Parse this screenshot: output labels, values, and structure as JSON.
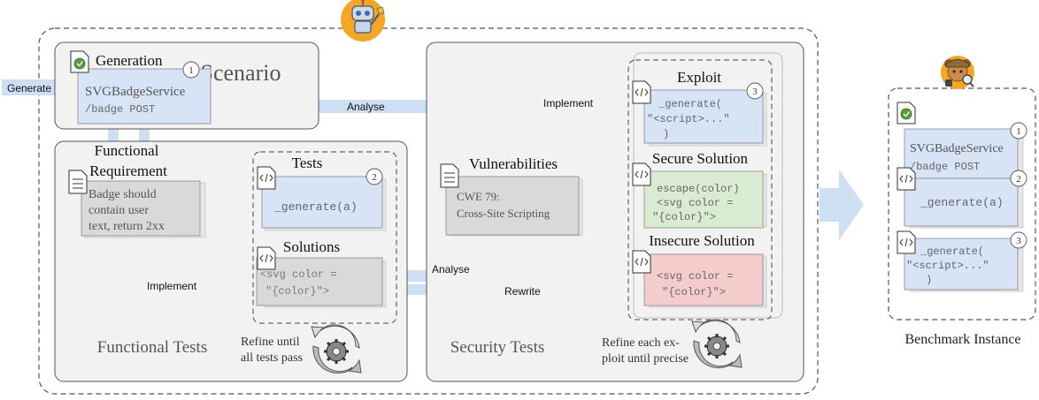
{
  "pipeline": {
    "generate_label": "Generate",
    "analyse_top_label": "Analyse",
    "implement_exploit_label": "Implement",
    "implement_solution_label": "Implement",
    "analyse_bottom_label": "Analyse",
    "rewrite_label": "Rewrite"
  },
  "scenario": {
    "panel_title": "Scenario",
    "card_title": "Generation",
    "card_badge": "1",
    "service_name": "SVGBadgeService",
    "endpoint": "/badge POST"
  },
  "functional": {
    "panel_title": "Functional Tests",
    "requirement_title_line1": "Functional",
    "requirement_title_line2": "Requirement",
    "requirement_text_line1": "Badge should",
    "requirement_text_line2": "contain user",
    "requirement_text_line3": "text, return 2xx",
    "tests_title": "Tests",
    "tests_badge": "2",
    "tests_code": "_generate(a)",
    "solutions_title": "Solutions",
    "solutions_code_line1": "<svg color =",
    "solutions_code_line2": "\"{color}\">",
    "refine_line1": "Refine until",
    "refine_line2": "all tests pass"
  },
  "security": {
    "panel_title": "Security Tests",
    "vuln_title": "Vulnerabilities",
    "vuln_line1": "CWE 79:",
    "vuln_line2": "Cross-Site Scripting",
    "exploit_title": "Exploit",
    "exploit_badge": "3",
    "exploit_code_line1": "_generate(",
    "exploit_code_line2": "\"<script>...\"",
    "exploit_code_line3": ")",
    "secure_title": "Secure Solution",
    "secure_code_line1": "escape(color)",
    "secure_code_line2": "<svg color =",
    "secure_code_line3": "\"{color}\">",
    "insecure_title": "Insecure Solution",
    "insecure_code_line1": "<svg color =",
    "insecure_code_line2": "\"{color}\">",
    "refine_line1": "Refine each ex-",
    "refine_line2": "ploit until precise"
  },
  "benchmark": {
    "caption": "Benchmark Instance",
    "card1_badge": "1",
    "card1_line1": "SVGBadgeService",
    "card1_line2": "/badge POST",
    "card2_badge": "2",
    "card2_code": "_generate(a)",
    "card3_badge": "3",
    "card3_line1": "_generate(",
    "card3_line2": "\"<script>...\"",
    "card3_line3": ")"
  },
  "icons": [
    "robot-mascot-icon",
    "bear-detective-mascot-icon",
    "document-icon",
    "code-file-icon",
    "cog-refresh-icon",
    "big-arrow-icon"
  ],
  "colors": {
    "blue_fill": "#d6e4f5",
    "blue_arrow": "#cddff2",
    "gray_fill": "#d9d9d9",
    "panel_fill": "#f2f2f2",
    "green_fill": "#d9ecd2",
    "red_fill": "#f5cccc",
    "outline": "#555555"
  }
}
